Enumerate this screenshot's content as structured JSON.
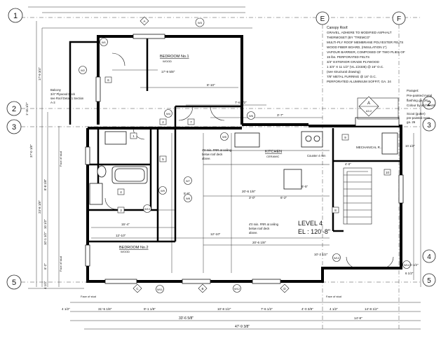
{
  "grid": {
    "top_left": "1",
    "top_E": "E",
    "top_F": "F",
    "left_2": "2",
    "left_3": "3",
    "left_5": "5",
    "right_2": "2",
    "right_3": "3",
    "right_4": "4",
    "right_5": "5"
  },
  "rooms": {
    "bedroom1": {
      "name": "BEDROOM No.1",
      "finish": "WOOD"
    },
    "bedroom2": {
      "name": "BEDROOM No.2",
      "finish": "WOOD"
    },
    "kitchen": {
      "name": "KITCHEN",
      "finish": "CERAMIC"
    },
    "mechanical": "MECHANICAL R..."
  },
  "level": {
    "title": "LEVEL 4",
    "elevation": "EL : 120'-8\""
  },
  "roof_note": {
    "title": "Canopy Roof:",
    "lines": [
      "GRAVEL, ADHERE TO MODIFIED ASPHALT",
      "THERMOSET (BY \"TREMCO\"",
      "MULTI-PLY ROOF MEMBRANE POLYESTER FELTS",
      "WOOD FIBER BOARD, (INSULATION 1\")",
      "VAPOUR BARRIER, COMPOSED OF TWO PLIES OF",
      "15 lbs. PERFORATED FELTS",
      "3/4\" EXTERIOR GRADE PLYWOOD",
      "1 3/4\" X 11 1/2\" (VL.1/2335) @ 16\" O.C.",
      "(see structural drawing)",
      "7/8\" METAL FURRING @ 16\" O.C.",
      "PERFORATED ALUMINIUM SOFFIT, GA. 24"
    ]
  },
  "parapet_note": {
    "title": "Parapet:",
    "lines": [
      "Pre-painted metal",
      "flashing ga. 26 -",
      "Colour by architects"
    ]
  },
  "downspout_note": {
    "lines": [
      "Scout (gutter)",
      "pre-painted meta",
      "ga. 26"
    ]
  },
  "balcony_note": {
    "lines": [
      "Balcony",
      "3/4\" Plywood Deck",
      "see Roof Detail 1 Section",
      "A-3"
    ]
  },
  "ceiling_notes": [
    [
      "4'0 min. FRR at ceiling",
      "below roof deck",
      "above."
    ],
    [
      "4'0 min. FRR at ceiling",
      "below roof deck",
      "above."
    ]
  ],
  "misc_labels": {
    "counter": "Counter 4 mm",
    "face_of_stud_1": "Face of stud",
    "face_of_stud_2": "Face of stud",
    "face_of_stud_3": "Face of stud",
    "face_of_stud_4": "Face of stud",
    "detail_num": "A",
    "detail_sheet": "A3.2"
  },
  "dimensions": {
    "overall_bottom": "47'-9 3/8\"",
    "sub_bottom": "33'-6 5/8\"",
    "seg_b1": "31'-5 1/8\"",
    "seg_b2": "9'-1 1/8\"",
    "seg_b3": "10'-8 1/2\"",
    "seg_b4": "7'-6 1/2\"",
    "seg_b5": "4'-0 3/8\"",
    "seg_b6": "14'-8 1/2\"",
    "seg_b7": "14'-8\"",
    "seg_b8": "4 1/2\"",
    "seg_b9": "4 1/2\"",
    "b1_width": "17'-9 5/8\"",
    "bed1_side": "8'-10\"",
    "hall_a": "7'-6 1/2\"",
    "hall_b": "3'-7\"",
    "kitchen_w": "20'-6 1/8\"",
    "kitchen_lower": "20'-6 1/8\"",
    "mid1": "5'-6\"",
    "mid2": "3'-0\"",
    "mid3": "6'-2\"",
    "mid4": "6'-5\"",
    "mid5": "15'-4\"",
    "mid6": "12'-10\"",
    "mid7": "12'-10\"",
    "mid8": "10'-2 1/2\"",
    "left_top": "1'-10 1/2\"",
    "left_1": "37'-0 1/8\"",
    "left_2": "23'-8 1/8\"",
    "left_3": "8'-8 1/8\"",
    "left_4": "10 1/2\"",
    "left_5": "6'-2\"",
    "left_6": "10'-1 1/2\"",
    "left_7": "4 1/2\"",
    "left_8": "17'-9 3/4\"",
    "right_1": "10 1/2\"",
    "right_2": "4'-10 1/2\"",
    "right_3": "6 1/2\"",
    "stair": "4'-0\""
  },
  "tags": {
    "w1": "W1",
    "w2": "W2",
    "w3": "W3",
    "w4": "W4",
    "w5": "W5",
    "w6": "W6",
    "w7": "W7",
    "w8": "W8",
    "w9": "W9",
    "w10": "W10",
    "w11": "W11",
    "w12": "W12",
    "w13": "W13",
    "w14": "W14",
    "d_a": "C",
    "d_b": "B",
    "d_c": "D",
    "d_d": "A",
    "n1": "1",
    "n2": "2",
    "n3": "3",
    "n4": "4",
    "n5": "5",
    "n6": "6",
    "n7": "7",
    "n8": "8",
    "n9": "9",
    "n10": "10"
  }
}
